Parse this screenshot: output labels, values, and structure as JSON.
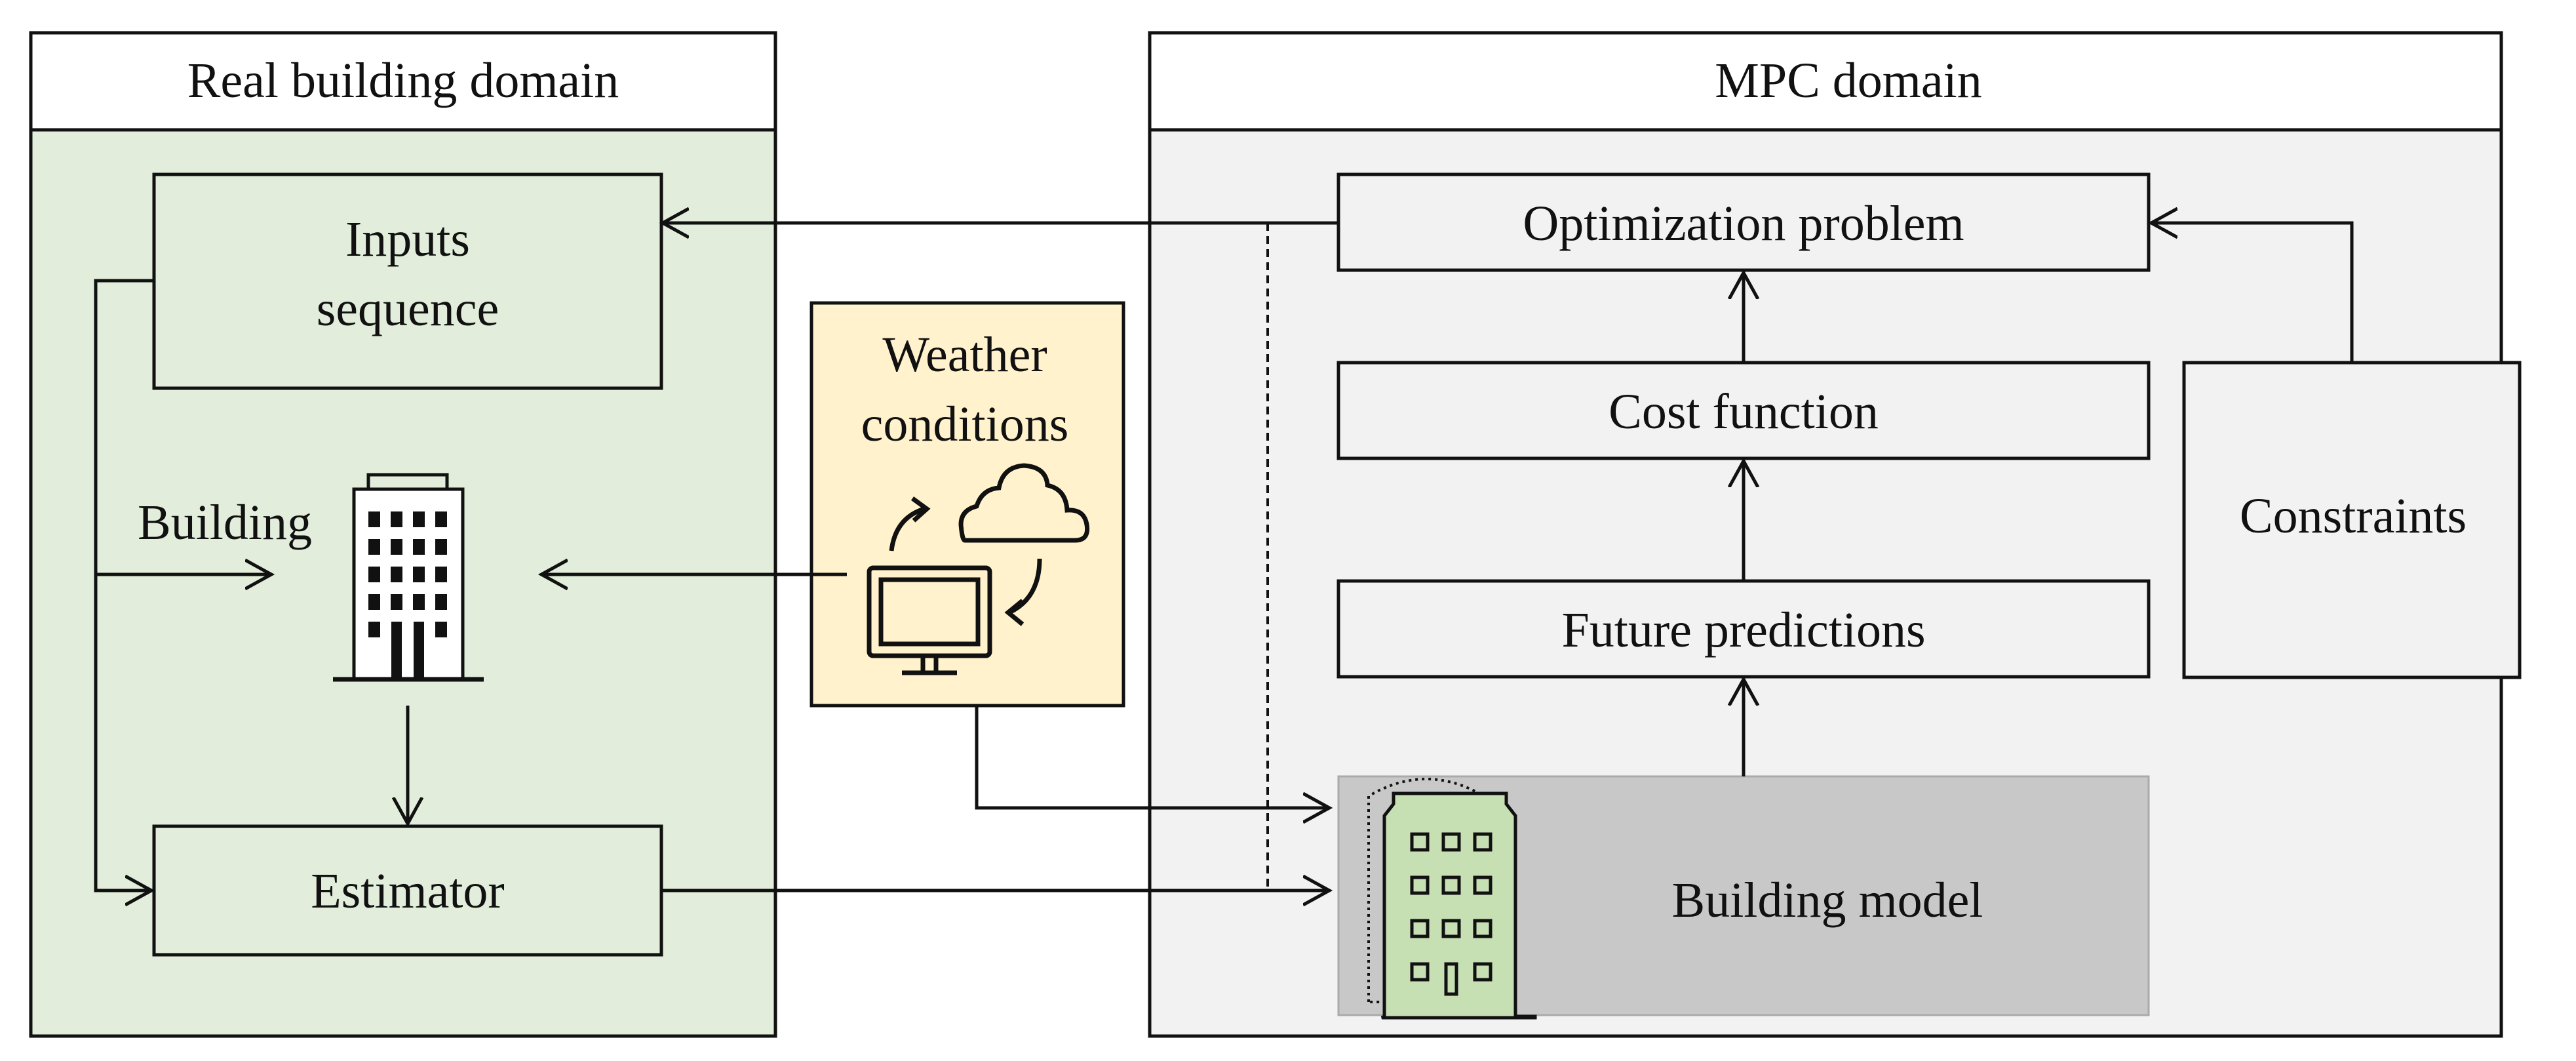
{
  "colors": {
    "real_domain_fill": "#e2eedb",
    "mpc_domain_fill": "#f2f2f2",
    "weather_fill": "#fff2cc",
    "building_model_fill": "#c8c8c8",
    "building_icon_fill": "#c6e0b4",
    "stroke": "#111111"
  },
  "real_domain": {
    "title": "Real building domain",
    "inputs_line1": "Inputs",
    "inputs_line2": "sequence",
    "building_label": "Building",
    "estimator": "Estimator"
  },
  "weather": {
    "line1": "Weather",
    "line2": "conditions",
    "icon": "monitor-with-cloud-icon"
  },
  "mpc_domain": {
    "title": "MPC domain",
    "optimization": "Optimization problem",
    "cost": "Cost function",
    "future": "Future predictions",
    "building_model": "Building model",
    "constraints": "Constraints",
    "building_model_icon": "building-icon"
  }
}
